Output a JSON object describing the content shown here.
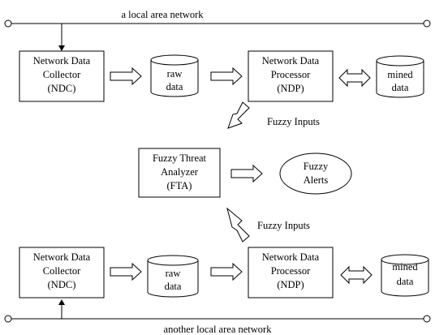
{
  "networks": {
    "top": "a local area network",
    "bottom": "another local area network"
  },
  "top_row": {
    "collector": [
      "Network Data",
      "Collector",
      "(NDC)"
    ],
    "raw": [
      "raw",
      "data"
    ],
    "processor": [
      "Network Data",
      "Processor",
      "(NDP)"
    ],
    "mined": [
      "mined",
      "data"
    ]
  },
  "middle": {
    "fuzzy_inputs_top": "Fuzzy Inputs",
    "analyzer": [
      "Fuzzy Threat",
      "Analyzer",
      "(FTA)"
    ],
    "alerts": [
      "Fuzzy",
      "Alerts"
    ],
    "fuzzy_inputs_bottom": "Fuzzy Inputs"
  },
  "bottom_row": {
    "collector": [
      "Network Data",
      "Collector",
      "(NDC)"
    ],
    "raw": [
      "raw",
      "data"
    ],
    "processor": [
      "Network Data",
      "Processor",
      "(NDP)"
    ],
    "mined": [
      "mined",
      "data"
    ]
  }
}
